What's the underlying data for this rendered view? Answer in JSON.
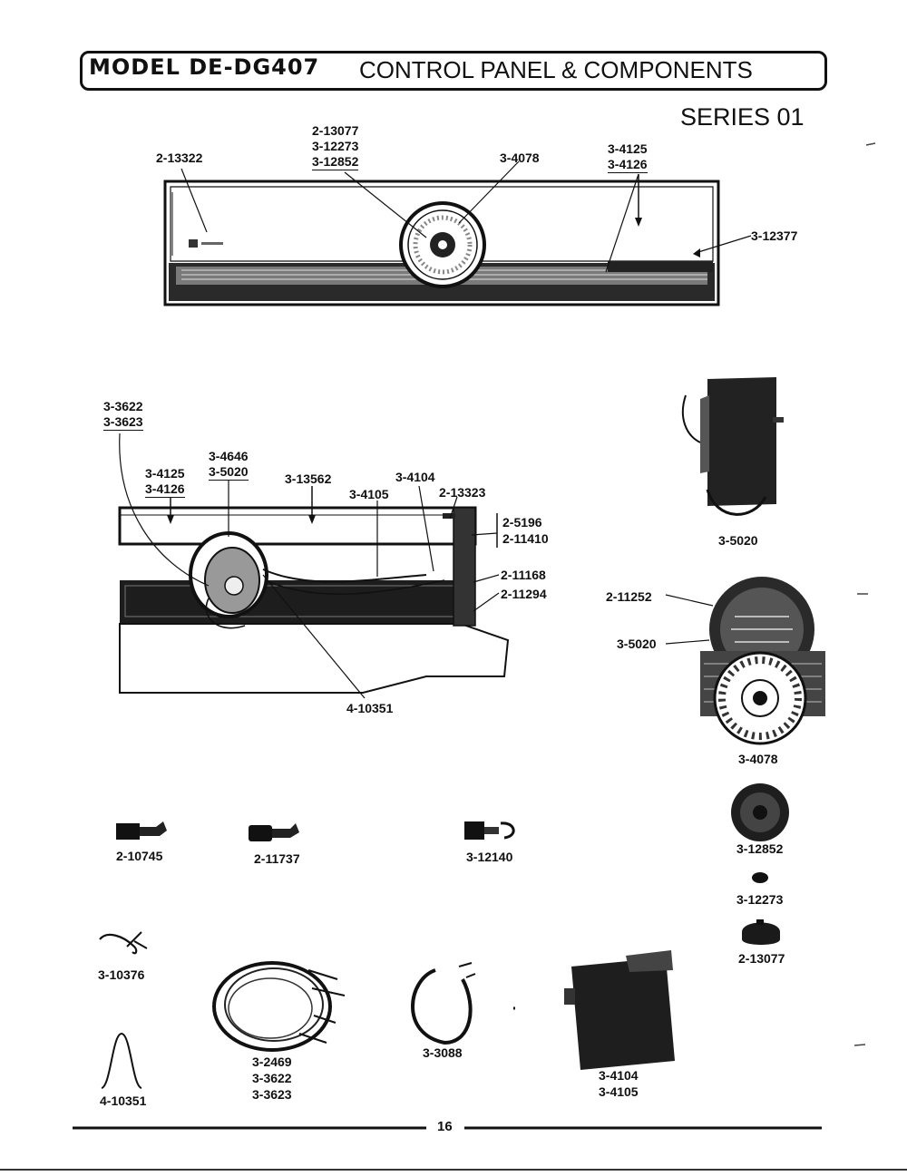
{
  "header": {
    "model": "MODEL DE-DG407",
    "section": "CONTROL PANEL & COMPONENTS",
    "series": "SERIES 01"
  },
  "callouts": {
    "c1": "2-13077",
    "c2": "3-12273",
    "c3": "3-12852",
    "c4": "2-13322",
    "c5": "3-4078",
    "c6": "3-4125",
    "c7": "3-4126",
    "c8": "3-12377",
    "c9": "3-3622",
    "c10": "3-3623",
    "c11": "3-4646",
    "c12": "3-5020",
    "c13": "3-4125",
    "c14": "3-4126",
    "c15": "3-13562",
    "c16": "3-4104",
    "c17": "3-4105",
    "c18": "2-13323",
    "c19": "2-5196",
    "c20": "2-11410",
    "c21": "2-11168",
    "c22": "2-11294",
    "c23": "4-10351",
    "c24": "3-5020",
    "c25": "2-11252",
    "c26": "3-5020",
    "c27": "3-4078",
    "c28": "3-12852",
    "c29": "3-12273",
    "c30": "2-13077",
    "c31": "2-10745",
    "c32": "2-11737",
    "c33": "3-12140",
    "c34": "3-10376",
    "c35": "4-10351",
    "c36": "3-2469",
    "c37": "3-3622",
    "c38": "3-3623",
    "c39": "3-3088",
    "c40": "3-4104",
    "c41": "3-4105"
  },
  "footer": {
    "page_number": "16"
  }
}
